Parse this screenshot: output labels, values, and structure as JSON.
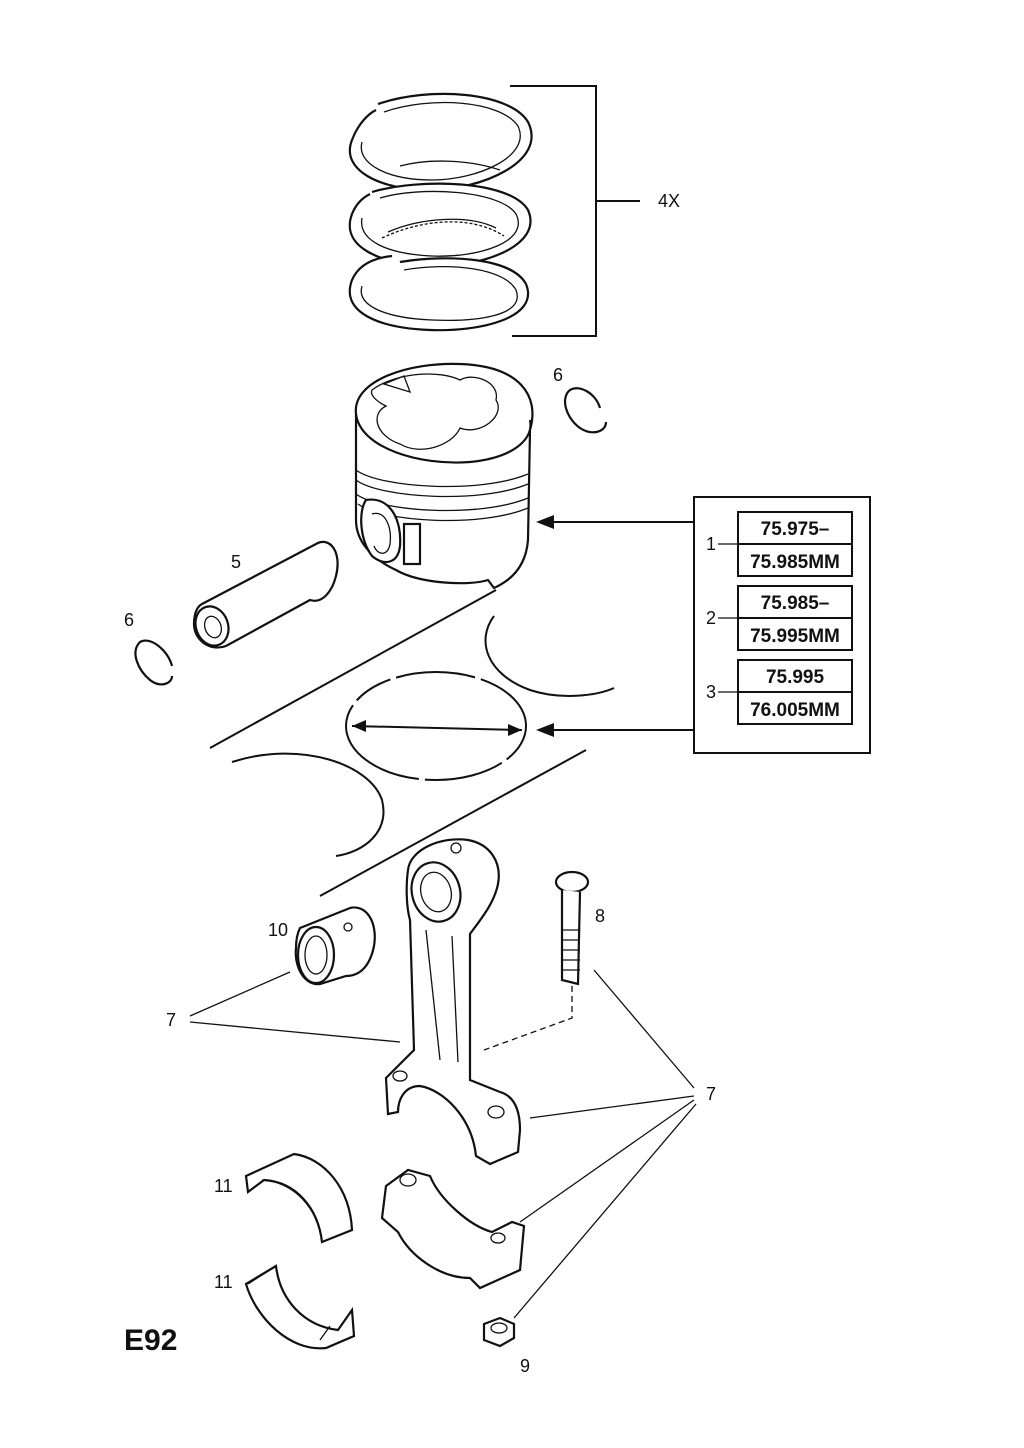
{
  "diagram_code": "E92",
  "callouts": {
    "rings_qty": "4X",
    "circlip_top": "6",
    "circlip_left": "6",
    "piston_pin": "5",
    "bushing": "10",
    "conrod_left": "7",
    "conrod_right": "7",
    "bolt": "8",
    "nut": "9",
    "bearing_upper": "11",
    "bearing_lower": "11"
  },
  "size_table": {
    "rows": [
      {
        "index": "1",
        "from": "75.975–",
        "to": "75.985MM"
      },
      {
        "index": "2",
        "from": "75.985–",
        "to": "75.995MM"
      },
      {
        "index": "3",
        "from": "75.995",
        "to": "76.005MM"
      }
    ]
  }
}
